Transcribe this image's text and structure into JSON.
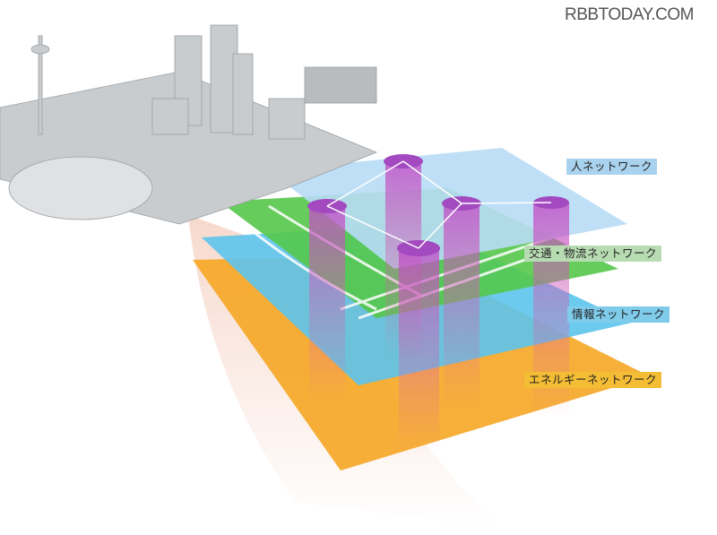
{
  "watermark": "RBBTODAY.COM",
  "layers": [
    {
      "label": "人ネットワーク",
      "color": "#a9d2ee"
    },
    {
      "label": "交通・物流ネットワーク",
      "color": "#b7dcb2"
    },
    {
      "label": "情報ネットワーク",
      "color": "#7ecbea"
    },
    {
      "label": "エネルギーネットワーク",
      "color": "#f4bd35"
    }
  ]
}
